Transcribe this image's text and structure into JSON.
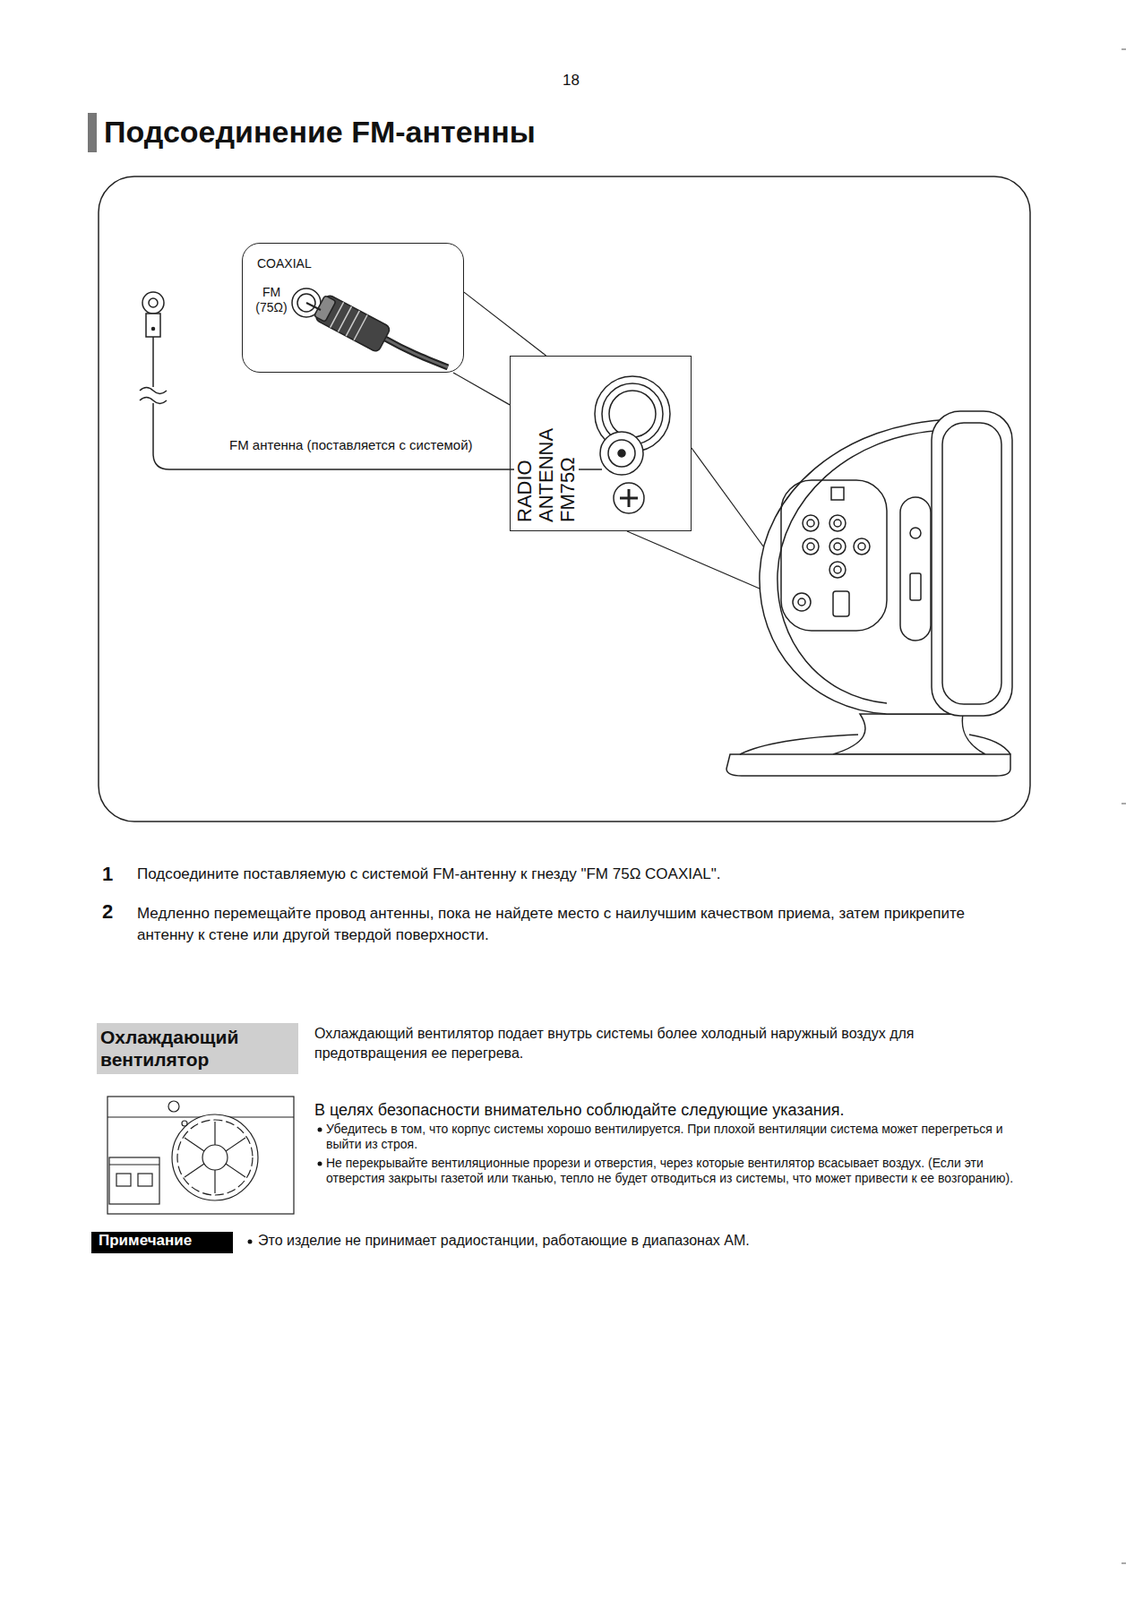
{
  "diagram": {
    "title": "Подсоединение FM-антенны",
    "nodes": [
      {
        "text": [
          "COAXIAL",
          "FM (75Ω)"
        ]
      },
      {
        "text": [
          "RADIO ANTENNA FM75Ω"
        ]
      },
      {
        "text": [
          "Охлаждающий вентилятор"
        ]
      },
      {
        "text": [
          "Примечание"
        ]
      }
    ],
    "edges": [
      {
        "from": 0,
        "to": 1,
        "arrow": "none"
      }
    ],
    "labels": [
      "18",
      "FM антенна (поставляется с системой)",
      "1",
      "Подсоедините поставляемую с системой FM-антенну к гнезду \"FM 75Ω COAXIAL\".",
      "2",
      "Медленно перемещайте провод антенны, пока не найдете место с наилучшим качеством приема, затем прикрепите антенну к стене или другой твердой поверхности.",
      "Охлаждающий вентилятор подает внутрь системы более холодный наружный воздух для предотвращения ее перегрева.",
      "В целях безопасности внимательно соблюдайте следующие указания.",
      "Убедитесь в том, что корпус системы хорошо вентилируется. При плохой вентиляции система может перегреться и выйти из строя.",
      "Не перекрывайте вентиляционные прорези и отверстия, через которые вентилятор всасывает воздух. (Если эти отверстия закрыты газетой или тканью, тепло не будет отводиться из системы, что может привести к ее возгоранию).",
      "Это изделие не принимает радиостанции, работающие в диапазонах AM."
    ]
  }
}
